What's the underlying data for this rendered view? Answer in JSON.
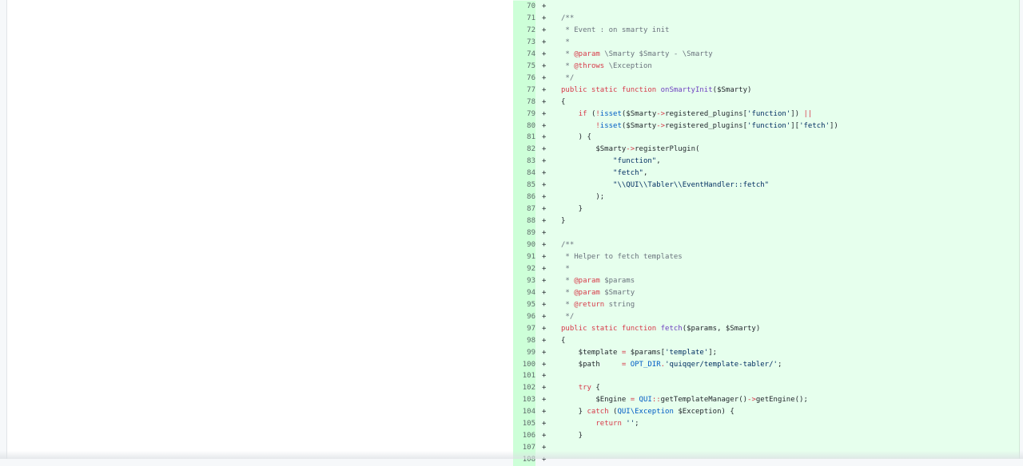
{
  "diff": {
    "marker": "+",
    "lines": [
      {
        "num": "70",
        "tokens": []
      },
      {
        "num": "71",
        "tokens": [
          {
            "t": "/**",
            "c": "comment"
          }
        ]
      },
      {
        "num": "72",
        "tokens": [
          {
            "t": " * Event : on smarty init",
            "c": "comment"
          }
        ]
      },
      {
        "num": "73",
        "tokens": [
          {
            "t": " *",
            "c": "comment"
          }
        ]
      },
      {
        "num": "74",
        "tokens": [
          {
            "t": " * ",
            "c": "comment"
          },
          {
            "t": "@param",
            "c": "tag"
          },
          {
            "t": " \\Smarty $Smarty - \\Smarty",
            "c": "comment"
          }
        ]
      },
      {
        "num": "75",
        "tokens": [
          {
            "t": " * ",
            "c": "comment"
          },
          {
            "t": "@throws",
            "c": "tag"
          },
          {
            "t": " \\Exception",
            "c": "comment"
          }
        ]
      },
      {
        "num": "76",
        "tokens": [
          {
            "t": " */",
            "c": "comment"
          }
        ]
      },
      {
        "num": "77",
        "tokens": [
          {
            "t": "public static function ",
            "c": "kw"
          },
          {
            "t": "onSmartyInit",
            "c": "fn"
          },
          {
            "t": "($Smarty)",
            "c": "plain"
          }
        ]
      },
      {
        "num": "78",
        "tokens": [
          {
            "t": "{",
            "c": "plain"
          }
        ]
      },
      {
        "num": "79",
        "tokens": [
          {
            "t": "    ",
            "c": "plain"
          },
          {
            "t": "if",
            "c": "kw"
          },
          {
            "t": " (",
            "c": "plain"
          },
          {
            "t": "!",
            "c": "kw"
          },
          {
            "t": "isset",
            "c": "const"
          },
          {
            "t": "($Smarty",
            "c": "plain"
          },
          {
            "t": "->",
            "c": "kw"
          },
          {
            "t": "registered_plugins[",
            "c": "plain"
          },
          {
            "t": "'function'",
            "c": "str"
          },
          {
            "t": "]) ",
            "c": "plain"
          },
          {
            "t": "||",
            "c": "kw"
          }
        ]
      },
      {
        "num": "80",
        "tokens": [
          {
            "t": "        ",
            "c": "plain"
          },
          {
            "t": "!",
            "c": "kw"
          },
          {
            "t": "isset",
            "c": "const"
          },
          {
            "t": "($Smarty",
            "c": "plain"
          },
          {
            "t": "->",
            "c": "kw"
          },
          {
            "t": "registered_plugins[",
            "c": "plain"
          },
          {
            "t": "'function'",
            "c": "str"
          },
          {
            "t": "][",
            "c": "plain"
          },
          {
            "t": "'fetch'",
            "c": "str"
          },
          {
            "t": "])",
            "c": "plain"
          }
        ]
      },
      {
        "num": "81",
        "tokens": [
          {
            "t": "    ) {",
            "c": "plain"
          }
        ]
      },
      {
        "num": "82",
        "tokens": [
          {
            "t": "        $Smarty",
            "c": "plain"
          },
          {
            "t": "->",
            "c": "kw"
          },
          {
            "t": "registerPlugin(",
            "c": "plain"
          }
        ]
      },
      {
        "num": "83",
        "tokens": [
          {
            "t": "            ",
            "c": "plain"
          },
          {
            "t": "\"function\"",
            "c": "str"
          },
          {
            "t": ",",
            "c": "plain"
          }
        ]
      },
      {
        "num": "84",
        "tokens": [
          {
            "t": "            ",
            "c": "plain"
          },
          {
            "t": "\"fetch\"",
            "c": "str"
          },
          {
            "t": ",",
            "c": "plain"
          }
        ]
      },
      {
        "num": "85",
        "tokens": [
          {
            "t": "            ",
            "c": "plain"
          },
          {
            "t": "\"\\\\QUI\\\\Tabler\\\\EventHandler::fetch\"",
            "c": "str"
          }
        ]
      },
      {
        "num": "86",
        "tokens": [
          {
            "t": "        );",
            "c": "plain"
          }
        ]
      },
      {
        "num": "87",
        "tokens": [
          {
            "t": "    }",
            "c": "plain"
          }
        ]
      },
      {
        "num": "88",
        "tokens": [
          {
            "t": "}",
            "c": "plain"
          }
        ]
      },
      {
        "num": "89",
        "tokens": []
      },
      {
        "num": "90",
        "tokens": [
          {
            "t": "/**",
            "c": "comment"
          }
        ]
      },
      {
        "num": "91",
        "tokens": [
          {
            "t": " * Helper to fetch templates",
            "c": "comment"
          }
        ]
      },
      {
        "num": "92",
        "tokens": [
          {
            "t": " *",
            "c": "comment"
          }
        ]
      },
      {
        "num": "93",
        "tokens": [
          {
            "t": " * ",
            "c": "comment"
          },
          {
            "t": "@param",
            "c": "tag"
          },
          {
            "t": " $params",
            "c": "comment"
          }
        ]
      },
      {
        "num": "94",
        "tokens": [
          {
            "t": " * ",
            "c": "comment"
          },
          {
            "t": "@param",
            "c": "tag"
          },
          {
            "t": " $Smarty",
            "c": "comment"
          }
        ]
      },
      {
        "num": "95",
        "tokens": [
          {
            "t": " * ",
            "c": "comment"
          },
          {
            "t": "@return",
            "c": "tag"
          },
          {
            "t": " string",
            "c": "comment"
          }
        ]
      },
      {
        "num": "96",
        "tokens": [
          {
            "t": " */",
            "c": "comment"
          }
        ]
      },
      {
        "num": "97",
        "tokens": [
          {
            "t": "public static function ",
            "c": "kw"
          },
          {
            "t": "fetch",
            "c": "fn"
          },
          {
            "t": "($params, $Smarty)",
            "c": "plain"
          }
        ]
      },
      {
        "num": "98",
        "tokens": [
          {
            "t": "{",
            "c": "plain"
          }
        ]
      },
      {
        "num": "99",
        "tokens": [
          {
            "t": "    $template ",
            "c": "plain"
          },
          {
            "t": "=",
            "c": "kw"
          },
          {
            "t": " $params[",
            "c": "plain"
          },
          {
            "t": "'template'",
            "c": "str"
          },
          {
            "t": "];",
            "c": "plain"
          }
        ]
      },
      {
        "num": "100",
        "tokens": [
          {
            "t": "    $path     ",
            "c": "plain"
          },
          {
            "t": "=",
            "c": "kw"
          },
          {
            "t": " ",
            "c": "plain"
          },
          {
            "t": "OPT_DIR",
            "c": "const"
          },
          {
            "t": ".",
            "c": "kw"
          },
          {
            "t": "'quiqqer/template-tabler/'",
            "c": "str"
          },
          {
            "t": ";",
            "c": "plain"
          }
        ]
      },
      {
        "num": "101",
        "tokens": []
      },
      {
        "num": "102",
        "tokens": [
          {
            "t": "    ",
            "c": "plain"
          },
          {
            "t": "try",
            "c": "kw"
          },
          {
            "t": " {",
            "c": "plain"
          }
        ]
      },
      {
        "num": "103",
        "tokens": [
          {
            "t": "        $Engine ",
            "c": "plain"
          },
          {
            "t": "=",
            "c": "kw"
          },
          {
            "t": " ",
            "c": "plain"
          },
          {
            "t": "QUI",
            "c": "const"
          },
          {
            "t": "::",
            "c": "kw"
          },
          {
            "t": "getTemplateManager()",
            "c": "plain"
          },
          {
            "t": "->",
            "c": "kw"
          },
          {
            "t": "getEngine();",
            "c": "plain"
          }
        ]
      },
      {
        "num": "104",
        "tokens": [
          {
            "t": "    } ",
            "c": "plain"
          },
          {
            "t": "catch",
            "c": "kw"
          },
          {
            "t": " (",
            "c": "plain"
          },
          {
            "t": "QUI\\Exception",
            "c": "const"
          },
          {
            "t": " $Exception) {",
            "c": "plain"
          }
        ]
      },
      {
        "num": "105",
        "tokens": [
          {
            "t": "        ",
            "c": "plain"
          },
          {
            "t": "return",
            "c": "kw"
          },
          {
            "t": " ",
            "c": "plain"
          },
          {
            "t": "''",
            "c": "str"
          },
          {
            "t": ";",
            "c": "plain"
          }
        ]
      },
      {
        "num": "106",
        "tokens": [
          {
            "t": "    }",
            "c": "plain"
          }
        ]
      },
      {
        "num": "107",
        "tokens": []
      },
      {
        "num": "108",
        "tokens": []
      }
    ]
  }
}
